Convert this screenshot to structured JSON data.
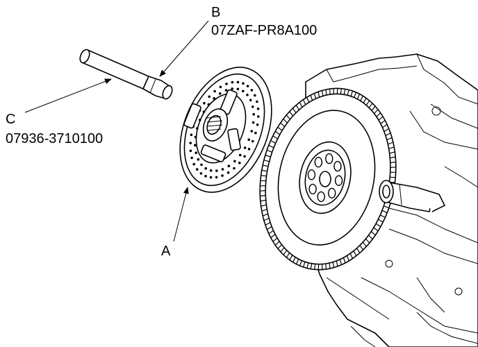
{
  "callouts": {
    "a": {
      "letter": "A"
    },
    "b": {
      "letter": "B",
      "part_number": "07ZAF-PR8A100"
    },
    "c": {
      "letter": "C",
      "part_number": "07936-3710100"
    }
  }
}
